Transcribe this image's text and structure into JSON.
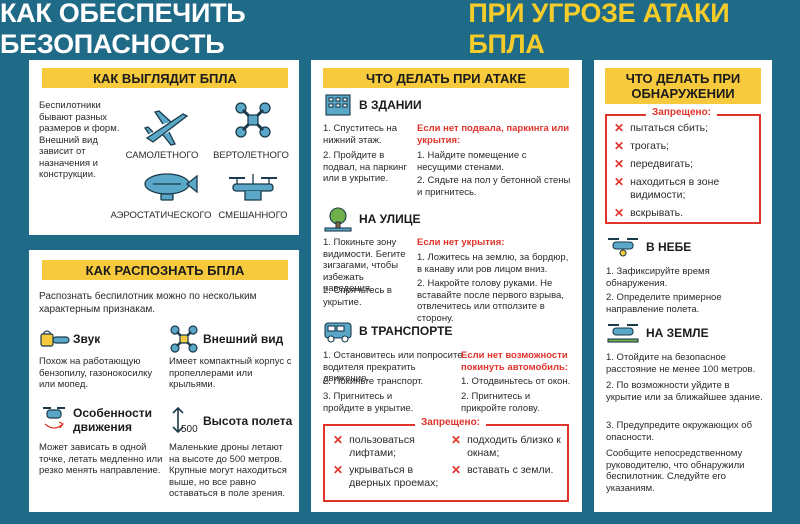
{
  "title": {
    "part1": "КАК ОБЕСПЕЧИТЬ БЕЗОПАСНОСТЬ",
    "part2": "ПРИ УГРОЗЕ АТАКИ БПЛА"
  },
  "colors": {
    "background": "#1f6a86",
    "accent": "#f6ca3c",
    "danger": "#e0342c",
    "icon": "#2f7ea0"
  },
  "look": {
    "header": "КАК ВЫГЛЯДИТ БПЛА",
    "text": "Беспилотники бывают разных размеров и форм. Внешний вид зависит от назначения и конструкции.",
    "types": [
      {
        "label": "САМОЛЕТНОГО",
        "icon": "airplane-drone-icon"
      },
      {
        "label": "ВЕРТОЛЕТНОГО",
        "icon": "quadcopter-icon"
      },
      {
        "label": "АЭРОСТАТИЧЕСКОГО",
        "icon": "airship-icon"
      },
      {
        "label": "СМЕШАННОГО",
        "icon": "hybrid-drone-icon"
      }
    ]
  },
  "recognize": {
    "header": "КАК РАСПОЗНАТЬ БПЛА",
    "intro": "Распознать беспилотник можно по нескольким характерным признакам.",
    "signs": [
      {
        "title": "Звук",
        "text": "Похож на работающую бензопилу, газонокосилку или мопед.",
        "icon": "chainsaw-icon"
      },
      {
        "title": "Внешний вид",
        "text": "Имеет компактный корпус с пропеллерами или крыльями.",
        "icon": "drone-look-icon"
      },
      {
        "title": "Особенности движения",
        "text": "Может зависать в одной точке, летать медленно или резко менять направление.",
        "icon": "motion-drone-icon"
      },
      {
        "title": "Высота полета",
        "text": "Маленькие дроны летают на высоте до 500 метров. Крупные могут находиться выше, но все равно оставаться в поле зрения.",
        "icon": "altitude-icon",
        "altitude_label": "500"
      }
    ]
  },
  "attack": {
    "header": "ЧТО ДЕЛАТЬ ПРИ АТАКЕ",
    "building": {
      "title": "В ЗДАНИИ",
      "left": [
        "1. Спуститесь на нижний этаж.",
        "2. Пройдите в подвал, на паркинг или в укрытие."
      ],
      "cond": "Если нет подвала, паркинга или укрытия:",
      "right": [
        "1. Найдите помещение с несущими стенами.",
        "2. Сядьте на пол у бетонной стены и пригнитесь."
      ]
    },
    "street": {
      "title": "НА УЛИЦЕ",
      "left": [
        "1. Покиньте зону видимости. Бегите зигзагами, чтобы избежать наведения.",
        "2. Спрячьтесь в укрытие."
      ],
      "cond": "Если нет укрытия:",
      "right": [
        "1. Ложитесь на землю, за бордюр, в канаву или ров лицом вниз.",
        "2. Накройте голову руками. Не вставайте после первого взрыва, отвлечитесь или отползите в сторону."
      ]
    },
    "transport": {
      "title": "В ТРАНСПОРТЕ",
      "left": [
        "1. Остановитесь или попросите водителя прекратить движение.",
        "2. Покиньте транспорт.",
        "3. Пригнитесь и пройдите в укрытие."
      ],
      "cond": "Если нет возможности покинуть автомобиль:",
      "right": [
        "1. Отодвиньтесь от окон.",
        "2. Пригнитесь и прикройте голову."
      ]
    },
    "forbidden_title": "Запрещено:",
    "forbidden": [
      "пользоваться лифтами;",
      "укрываться в дверных проемах;",
      "подходить близко к окнам;",
      "вставать с земли."
    ]
  },
  "detect": {
    "header": "ЧТО ДЕЛАТЬ ПРИ ОБНАРУЖЕНИИ",
    "forbidden_title": "Запрещено:",
    "forbidden": [
      "пытаться сбить;",
      "трогать;",
      "передвигать;",
      "находиться в зоне видимости;",
      "вскрывать."
    ],
    "sky": {
      "title": "В НЕБЕ",
      "items": [
        "1. Зафиксируйте время обнаружения.",
        "2. Определите примерное направление полета."
      ]
    },
    "ground": {
      "title": "НА ЗЕМЛЕ",
      "items": [
        "1. Отойдите на безопасное расстояние не менее 100 метров.",
        "2. По возможности уйдите в укрытие или за ближайшее здание.",
        "3. Предупредите окружающих об опасности.",
        "Сообщите непосредственному руководителю, что обнаружили беспилотник. Следуйте его указаниям."
      ]
    }
  }
}
